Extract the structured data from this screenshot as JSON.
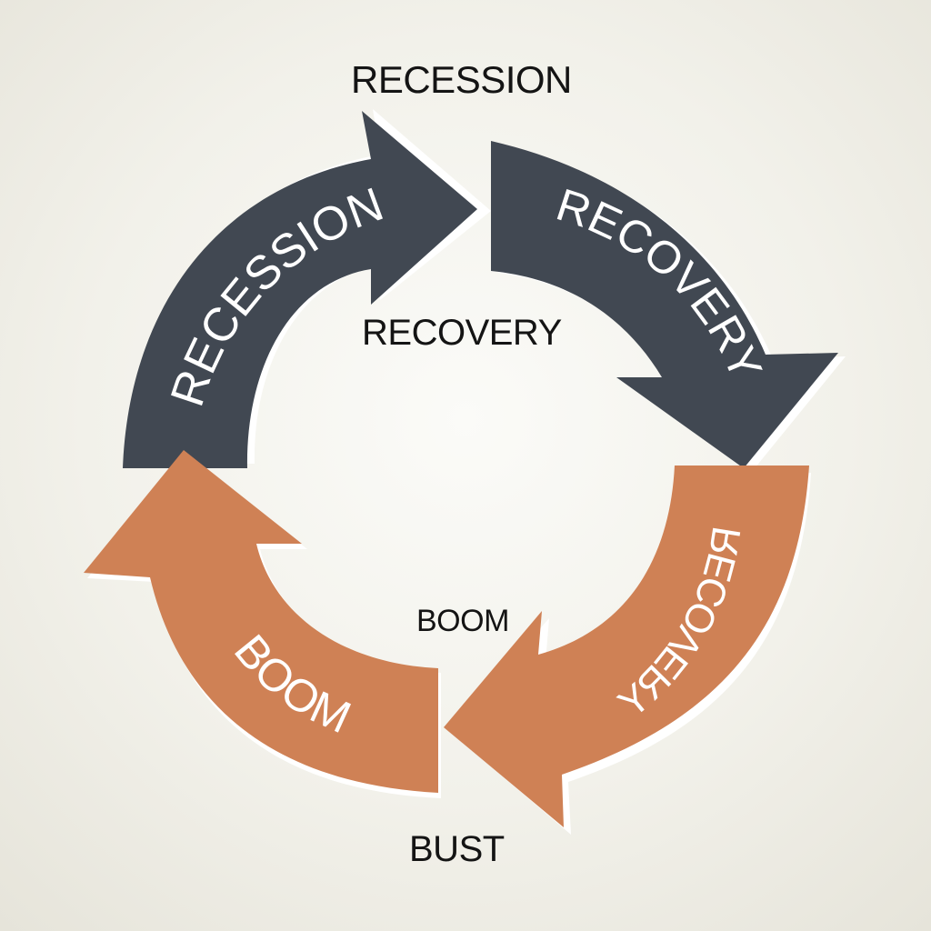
{
  "diagram": {
    "colors": {
      "dark_arrow": "#414852",
      "orange_arrow": "#cf8155",
      "arrow_text": "#ffffff",
      "outer_text": "#141414",
      "background": "#f2f1ea"
    },
    "arrows": {
      "recession": {
        "label": "RECESSION"
      },
      "recovery": {
        "label": "RECOVERY"
      },
      "right_orange": {
        "label": "YЯƎVOƆƎЯ"
      },
      "boom": {
        "label": "BOOM"
      }
    },
    "outer_labels": {
      "top": "RECESSION",
      "center": "RECOVERY",
      "boom": "BOOM",
      "bust": "BUST"
    }
  }
}
